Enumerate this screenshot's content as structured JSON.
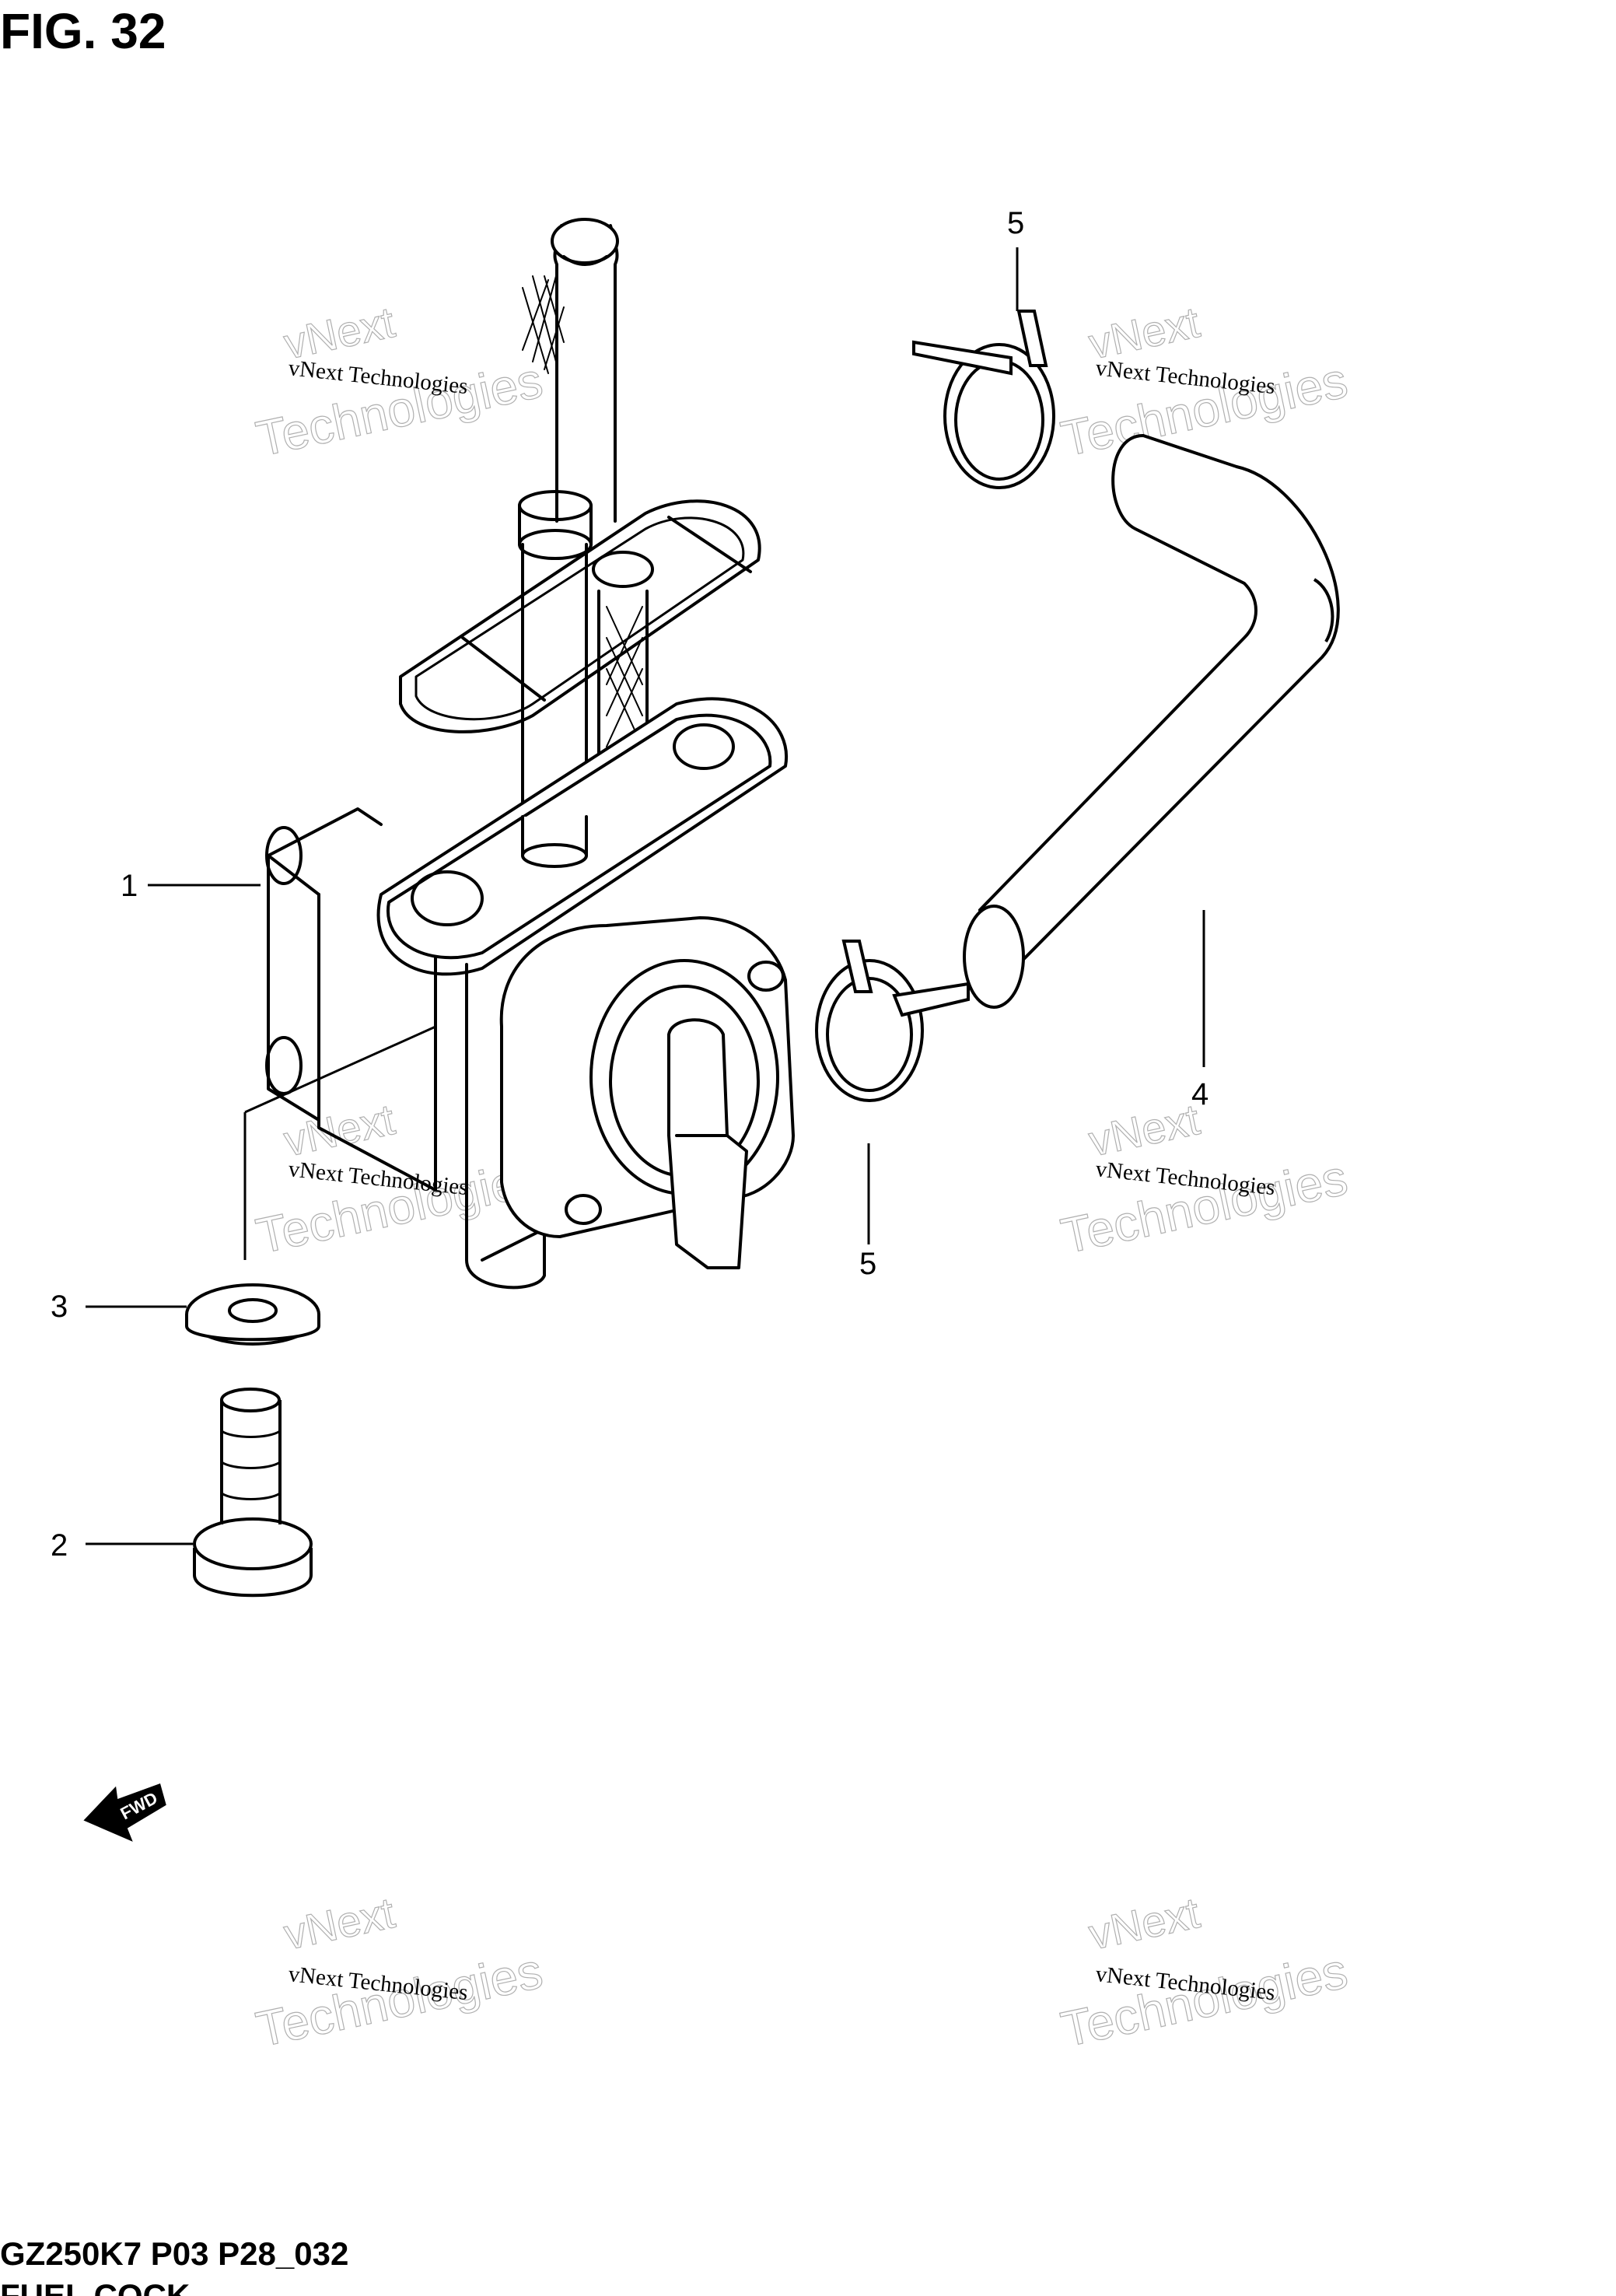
{
  "figure": {
    "title": "FIG. 32",
    "footer_code": "GZ250K7 P03 P28_032",
    "footer_subtitle": "FUEL COCK"
  },
  "callouts": [
    {
      "id": "1",
      "label": "1"
    },
    {
      "id": "2",
      "label": "2"
    },
    {
      "id": "3",
      "label": "3"
    },
    {
      "id": "4",
      "label": "4"
    },
    {
      "id": "5a",
      "label": "5"
    },
    {
      "id": "5b",
      "label": "5"
    }
  ],
  "fwd_badge": {
    "label": "FWD"
  },
  "watermark": {
    "line1": "vNext Technologies",
    "line2": "vNext",
    "line3": "Technologies",
    "color": "#c8c8c8"
  },
  "colors": {
    "line": "#000000",
    "background": "#ffffff"
  }
}
